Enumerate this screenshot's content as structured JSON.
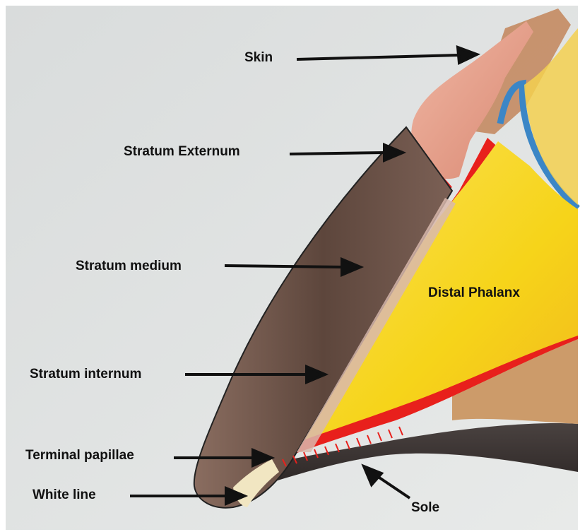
{
  "labels": {
    "skin": "Skin",
    "stratum_externum": "Stratum Externum",
    "stratum_medium": "Stratum medium",
    "stratum_internum": "Stratum internum",
    "terminal_papillae": "Terminal papillae",
    "white_line": "White line",
    "distal_phalanx": "Distal Phalanx",
    "sole": "Sole"
  },
  "colors": {
    "background": "#dfe2e1",
    "hoof_wall": "#6e5448",
    "bone": "#f6d41a",
    "laminae_red": "#e8201c",
    "skin": "#e9a18e",
    "coronary_blue": "#3b86c6",
    "sole": "#3a3432"
  }
}
